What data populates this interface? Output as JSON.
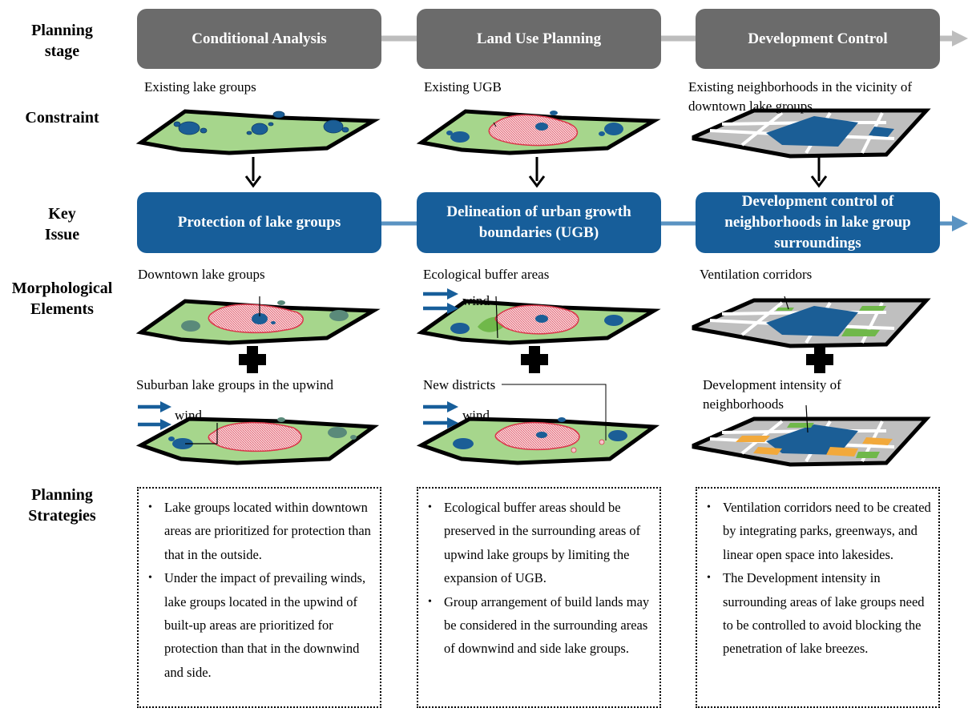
{
  "row_labels": {
    "planning_stage": [
      "Planning",
      "stage"
    ],
    "constraint": "Constraint",
    "key_issue": [
      "Key",
      "Issue"
    ],
    "morphological": [
      "Morphological",
      "Elements"
    ],
    "strategies": [
      "Planning",
      "Strategies"
    ]
  },
  "stages": [
    "Conditional Analysis",
    "Land Use Planning",
    "Development Control"
  ],
  "constraints": [
    "Existing lake groups",
    "Existing UGB",
    "Existing neighborhoods in the vicinity of downtown lake groups"
  ],
  "key_issues": [
    "Protection of lake groups",
    "Delineation of urban growth boundaries (UGB)",
    "Development control of neighborhoods in lake group surroundings"
  ],
  "elements_top": [
    "Downtown lake groups",
    "Ecological buffer areas",
    "Ventilation corridors"
  ],
  "elements_bottom": [
    "Suburban lake groups in the upwind",
    "New districts",
    "Development intensity of neighborhoods"
  ],
  "wind_label": "wind",
  "strategies": [
    [
      "Lake groups located within downtown areas are prioritized for protection than that in the outside.",
      "Under the impact of prevailing winds, lake groups located in the upwind of built-up areas are prioritized for protection than that in the downwind and side."
    ],
    [
      "Ecological buffer areas should be preserved in the surrounding areas of upwind lake groups by limiting the expansion of UGB.",
      "Group arrangement of build lands may be considered in the surrounding areas of downwind and side lake groups."
    ],
    [
      "Ventilation corridors need to be created by integrating parks, greenways, and linear open space into lakesides.",
      "The Development intensity in surrounding areas of lake groups need to be controlled to avoid blocking the penetration of lake breezes."
    ]
  ],
  "colors": {
    "stage_box": "#6b6b6b",
    "issue_box": "#175e9a",
    "land_green": "#a6d68c",
    "lake_blue": "#1b5e96",
    "ugb_pink": "#f5c6cc",
    "ugb_red": "#d9374a",
    "neighborhood_gray": "#bfbfbf",
    "density_orange": "#f2a93b",
    "corridor_green": "#70b84a"
  }
}
